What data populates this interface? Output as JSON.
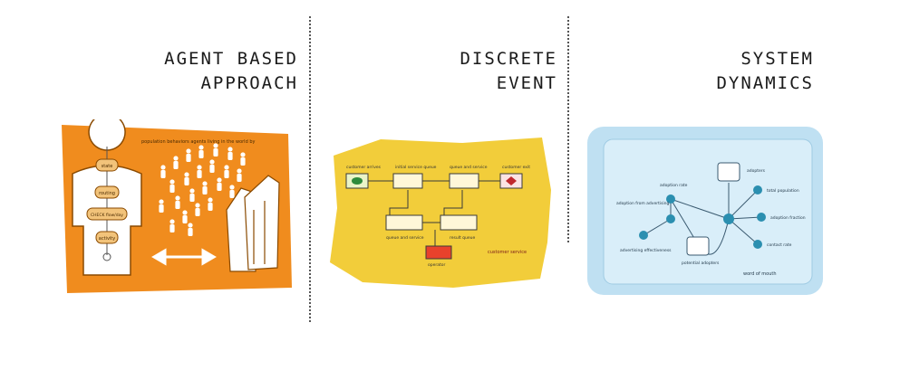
{
  "sections": [
    {
      "id": "agent",
      "title_line1": "AGENT BASED",
      "title_line2": "APPROACH",
      "labels": {
        "caption": "population behaviors agents living in the world by",
        "step1": "state",
        "step2": "routing",
        "step3": "CHECK flow/day",
        "step4": "activity"
      }
    },
    {
      "id": "discrete",
      "title_line1": "DISCRETE",
      "title_line2": "EVENT",
      "labels": {
        "src": "customer arrives",
        "q1": "initial service queue",
        "q2": "queue and service",
        "sink": "customer exit",
        "q3": "queue and service",
        "q4": "result queue",
        "res": "operator",
        "caption": "customer service"
      }
    },
    {
      "id": "system",
      "title_line1": "SYSTEM",
      "title_line2": "DYNAMICS",
      "labels": {
        "stock1": "adopters",
        "stock2": "potential adopters",
        "rate": "adoption rate",
        "adv": "adoption from advertising",
        "eff": "advertising effectiveness",
        "pop": "total population",
        "frac": "adoption fraction",
        "contact": "contact rate",
        "caption": "word of mouth"
      }
    }
  ],
  "colors": {
    "agent_bg": "#f08c1e",
    "discrete_bg": "#f2cd3a",
    "system_bg": "#bfe0f2",
    "node_teal": "#2b8fb0"
  }
}
